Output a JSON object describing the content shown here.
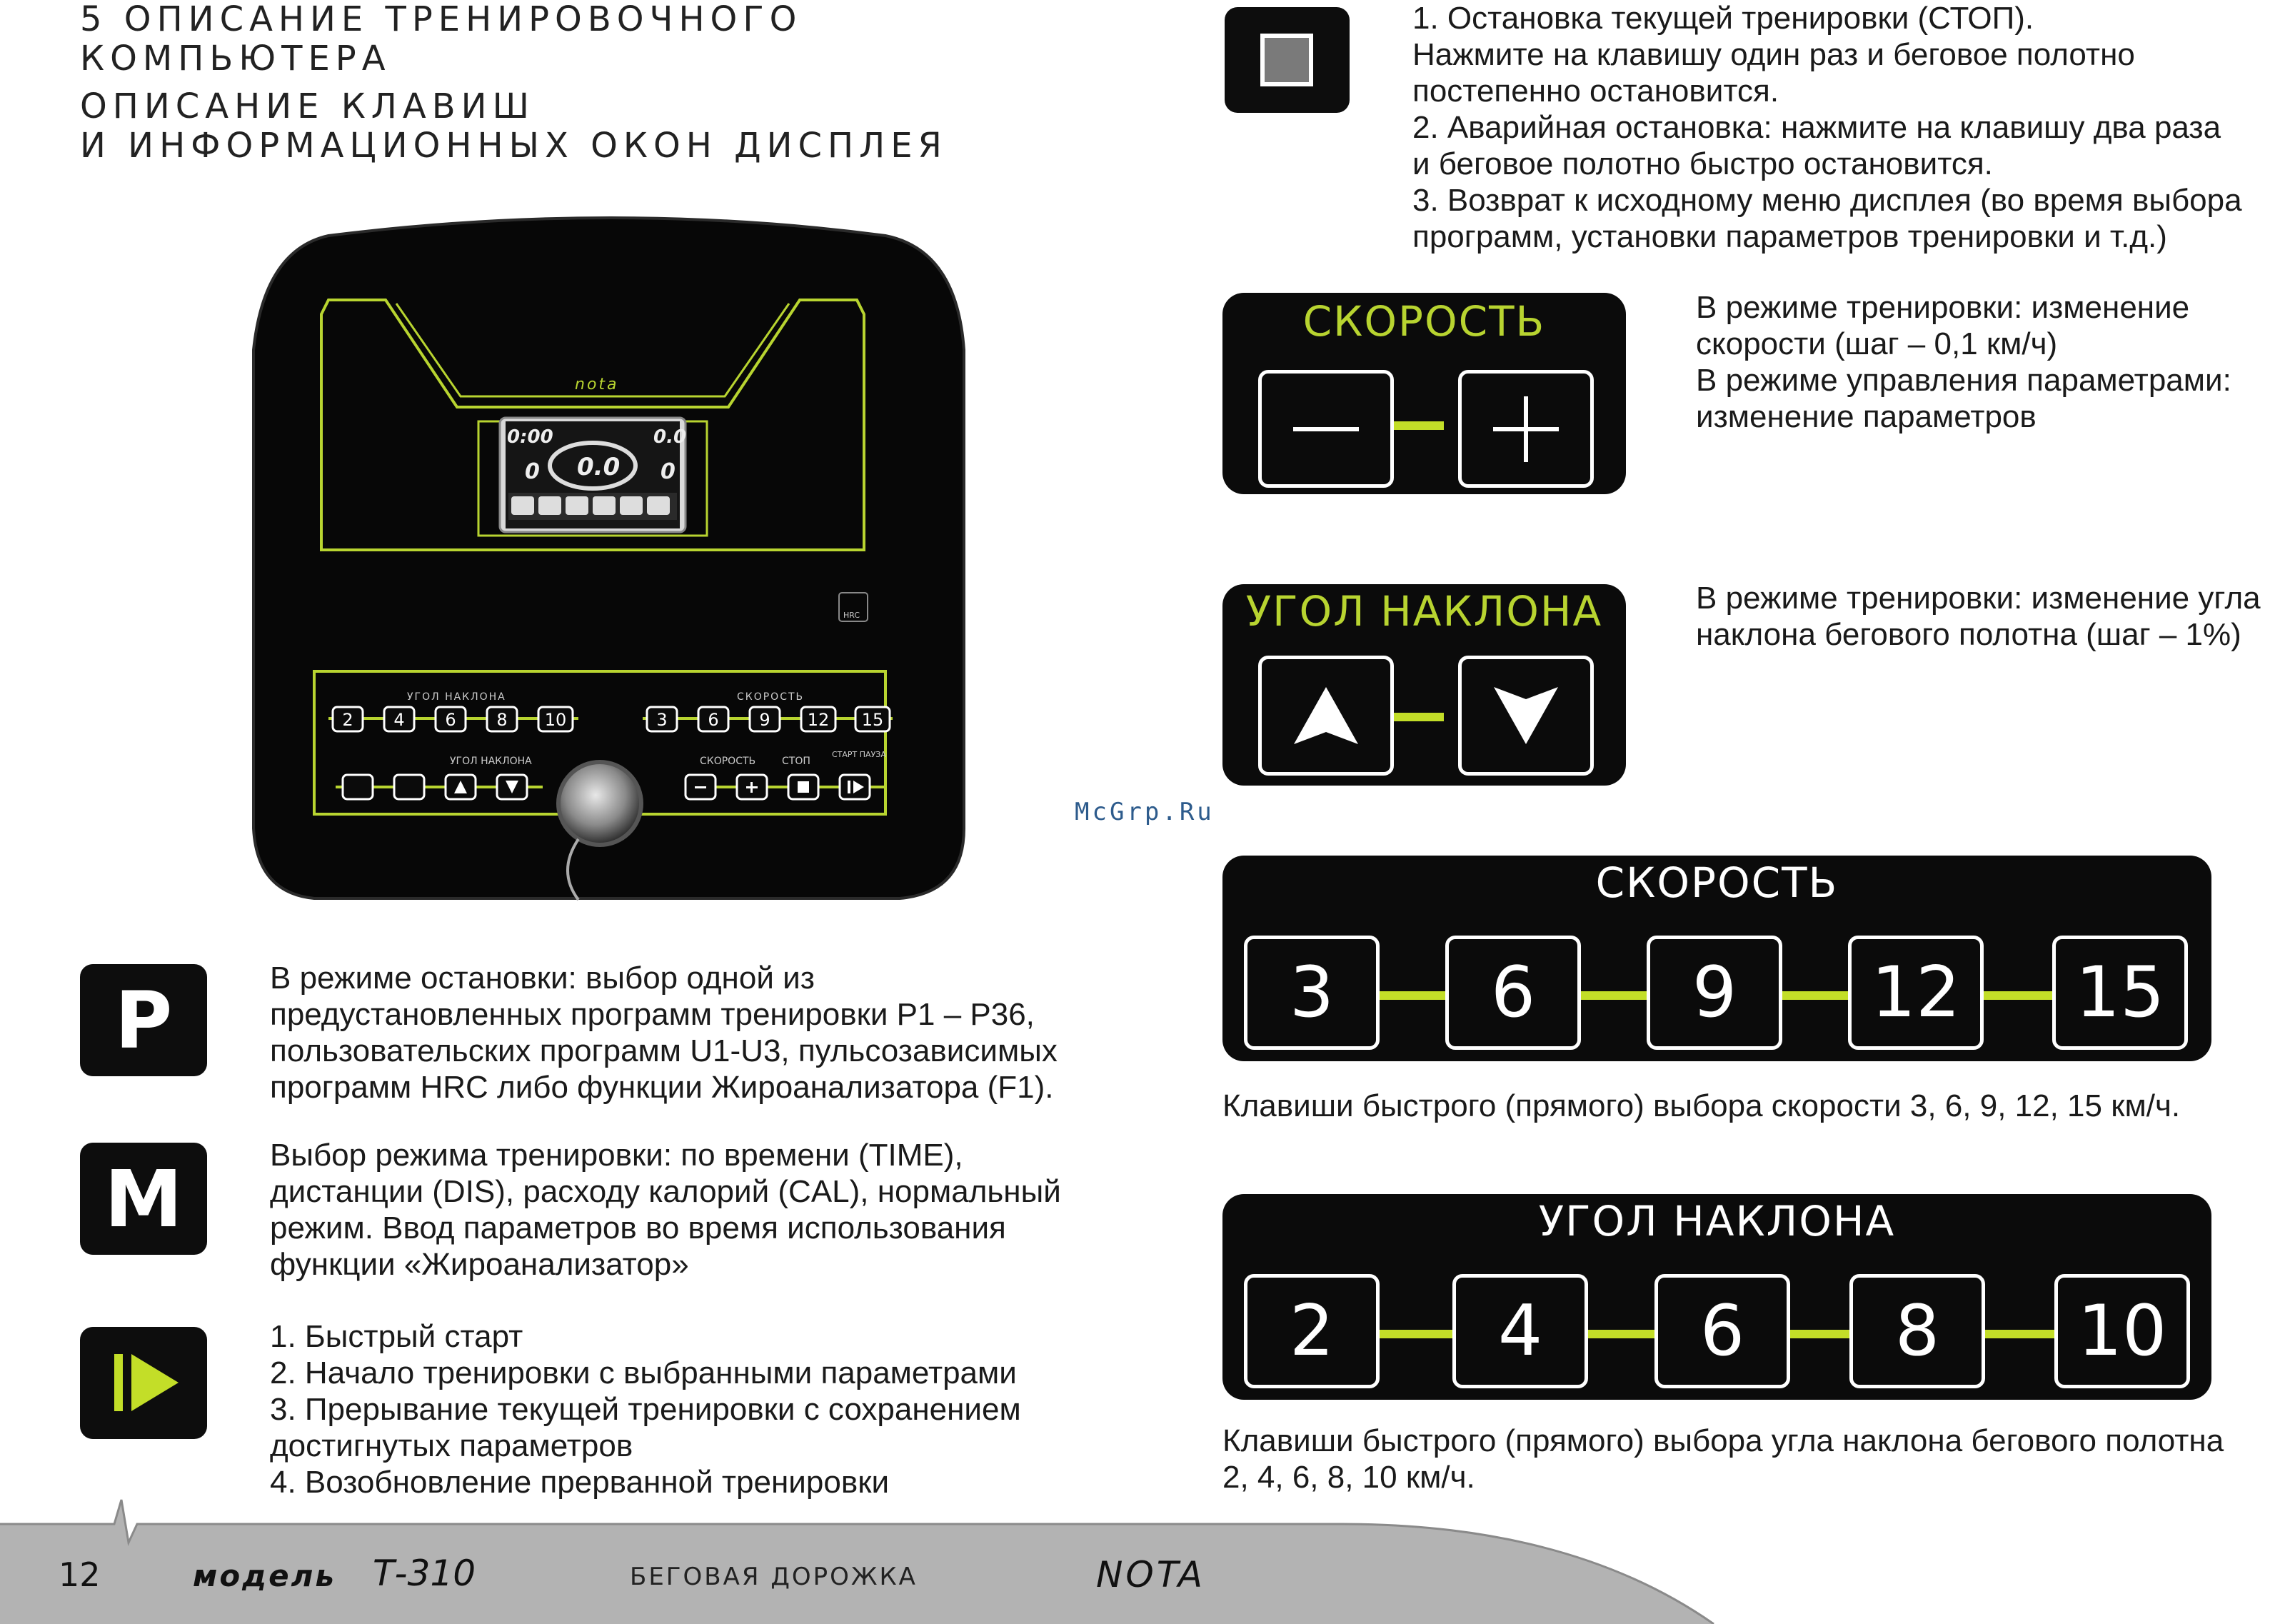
{
  "heading": {
    "line1": "5  Описание тренировочного",
    "line2": "компьютера",
    "line3": "Описание клавиш",
    "line4": "и информационных окон дисплея"
  },
  "console": {
    "brand": "nota",
    "hrc_label": "HRC",
    "lcd": {
      "time": "0:00",
      "dist": "0.0",
      "speed": "0.0",
      "left_value": "0",
      "right_value": "0"
    },
    "incline_label": "УГОЛ НАКЛОНА",
    "speed_label": "СКОРОСТЬ",
    "incline_keys": [
      "2",
      "4",
      "6",
      "8",
      "10"
    ],
    "speed_keys": [
      "3",
      "6",
      "9",
      "12",
      "15"
    ],
    "bottom_incline_label": "УГОЛ НАКЛОНА",
    "bottom_speed_label": "СКОРОСТЬ",
    "stop_label": "СТОП",
    "start_label": "СТАРТ ПАУЗА"
  },
  "stop_key": {
    "items": [
      "1. Остановка текущей тренировки (СТОП).",
      "Нажмите на клавишу один раз и беговое полотно",
      "постепенно остановится.",
      "2. Аварийная остановка: нажмите на клавишу два раза",
      "и беговое полотно быстро остановится.",
      "3. Возврат к исходному меню дисплея (во время выбора",
      "программ, установки параметров тренировки и т.д.)"
    ]
  },
  "speed_keys_panel": {
    "title": "СКОРОСТЬ",
    "desc": [
      "В режиме тренировки: изменение",
      "скорости (шаг – 0,1 км/ч)",
      "В режиме управления параметрами:",
      "изменение параметров"
    ]
  },
  "incline_keys_panel": {
    "title": "УГОЛ НАКЛОНА",
    "desc": [
      "В режиме тренировки: изменение угла",
      "наклона бегового полотна (шаг – 1%)"
    ]
  },
  "watermark": "McGrp.Ru",
  "speed_quick": {
    "title": "СКОРОСТЬ",
    "keys": [
      "3",
      "6",
      "9",
      "12",
      "15"
    ],
    "caption": "Клавиши быстрого (прямого) выбора скорости 3, 6, 9, 12, 15 км/ч."
  },
  "incline_quick": {
    "title": "УГОЛ НАКЛОНА",
    "keys": [
      "2",
      "4",
      "6",
      "8",
      "10"
    ],
    "caption_line1": "Клавиши быстрого (прямого) выбора угла наклона бегового полотна",
    "caption_line2": "2, 4, 6, 8, 10 км/ч."
  },
  "p_key": {
    "letter": "P",
    "lines": [
      "В режиме остановки: выбор одной из",
      "предустановленных программ тренировки P1 – P36,",
      "пользовательских программ U1-U3, пульсозависимых",
      "программ HRC либо функции Жироанализатора (F1)."
    ]
  },
  "m_key": {
    "letter": "M",
    "lines": [
      "Выбор режима тренировки: по времени (TIME),",
      "дистанции (DIS), расходу калорий (CAL), нормальный",
      "режим. Ввод параметров во время использования",
      "функции «Жироанализатор»"
    ]
  },
  "start_key": {
    "lines": [
      "1. Быстрый старт",
      "2. Начало тренировки с выбранными параметрами",
      "3. Прерывание текущей тренировки с сохранением",
      "достигнутых параметров",
      "4. Возобновление прерванной тренировки"
    ]
  },
  "footer": {
    "page_number": "12",
    "model_prefix": "модель",
    "model": "Т-310",
    "product": "БЕГОВАЯ ДОРОЖКА",
    "brand": "NOTA"
  },
  "colors": {
    "accent": "#c3de28",
    "panel": "#0b0b0b",
    "footer": "#b3b3b3"
  }
}
